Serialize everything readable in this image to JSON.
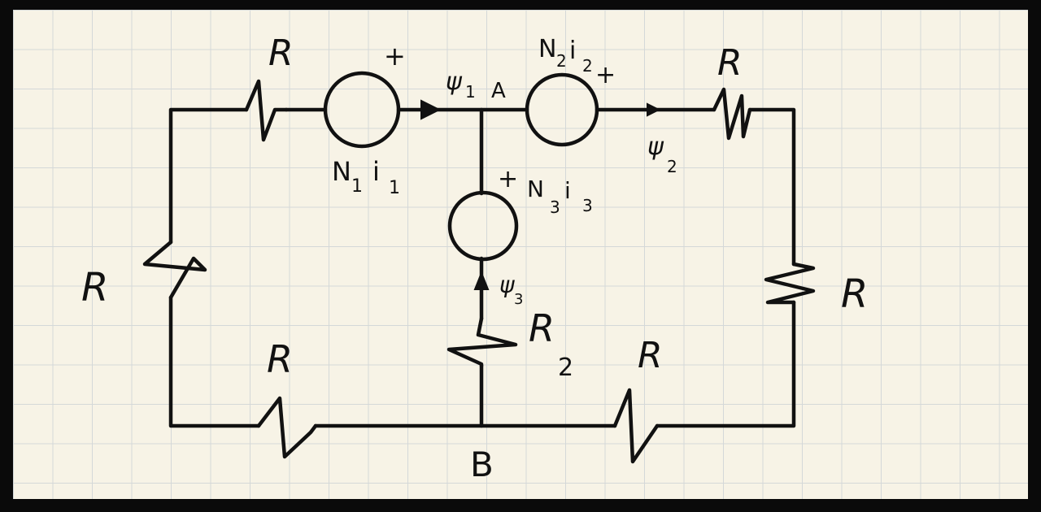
{
  "diagram": {
    "node_a": "A",
    "node_b": "B",
    "sources": {
      "source1": {
        "label_main": "N",
        "label_sub1": "1",
        "label_i": "i",
        "label_sub2": "1",
        "polarity": "+"
      },
      "source2": {
        "label_main": "N",
        "label_sub1": "2",
        "label_i": "i",
        "label_sub2": "2",
        "polarity": "+"
      },
      "source3": {
        "label_main": "N",
        "label_sub1": "3",
        "label_i": "i",
        "label_sub2": "3",
        "polarity": "+"
      }
    },
    "fluxes": {
      "psi1": {
        "symbol": "ψ",
        "sub": "1"
      },
      "psi2": {
        "symbol": "ψ",
        "sub": "2"
      },
      "psi3": {
        "symbol": "ψ",
        "sub": "3"
      }
    },
    "resistors": {
      "top_left": "R",
      "top_right": "R",
      "left": "R",
      "right": "R",
      "bottom_left": "R",
      "bottom_right": "R",
      "middle": {
        "main": "R",
        "sub": "2"
      }
    }
  }
}
